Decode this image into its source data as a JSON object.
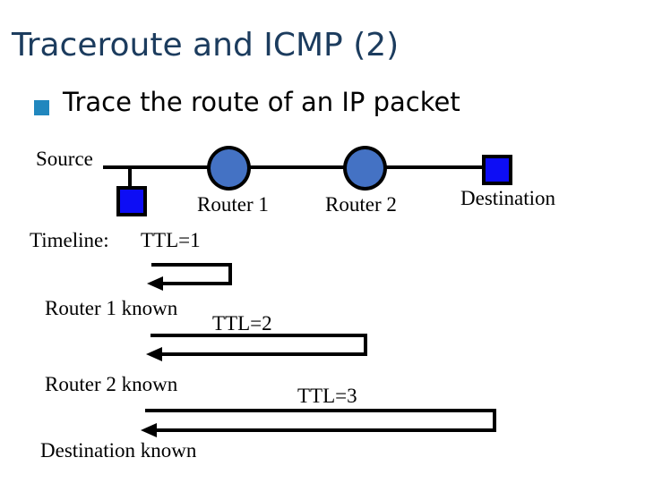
{
  "slide": {
    "title": "Traceroute and ICMP (2)",
    "bullet_text": "Trace the route of an IP packet"
  },
  "diagram": {
    "source_label": "Source",
    "router1_label": "Router 1",
    "router2_label": "Router 2",
    "destination_label": "Destination",
    "nodes": [
      "Source",
      "Router 1",
      "Router 2",
      "Destination"
    ]
  },
  "timeline": {
    "label": "Timeline:",
    "steps": [
      {
        "ttl": "TTL=1",
        "result": "Router 1 known"
      },
      {
        "ttl": "TTL=2",
        "result": "Router 2 known"
      },
      {
        "ttl": "TTL=3",
        "result": "Destination known"
      }
    ]
  },
  "colors": {
    "title_text": "#1C3C5E",
    "bullet_square": "#2187BE",
    "router_fill": "#4472C4",
    "endpoint_fill": "#0D0DF5",
    "line": "#000000",
    "background": "#FFFFFF"
  }
}
